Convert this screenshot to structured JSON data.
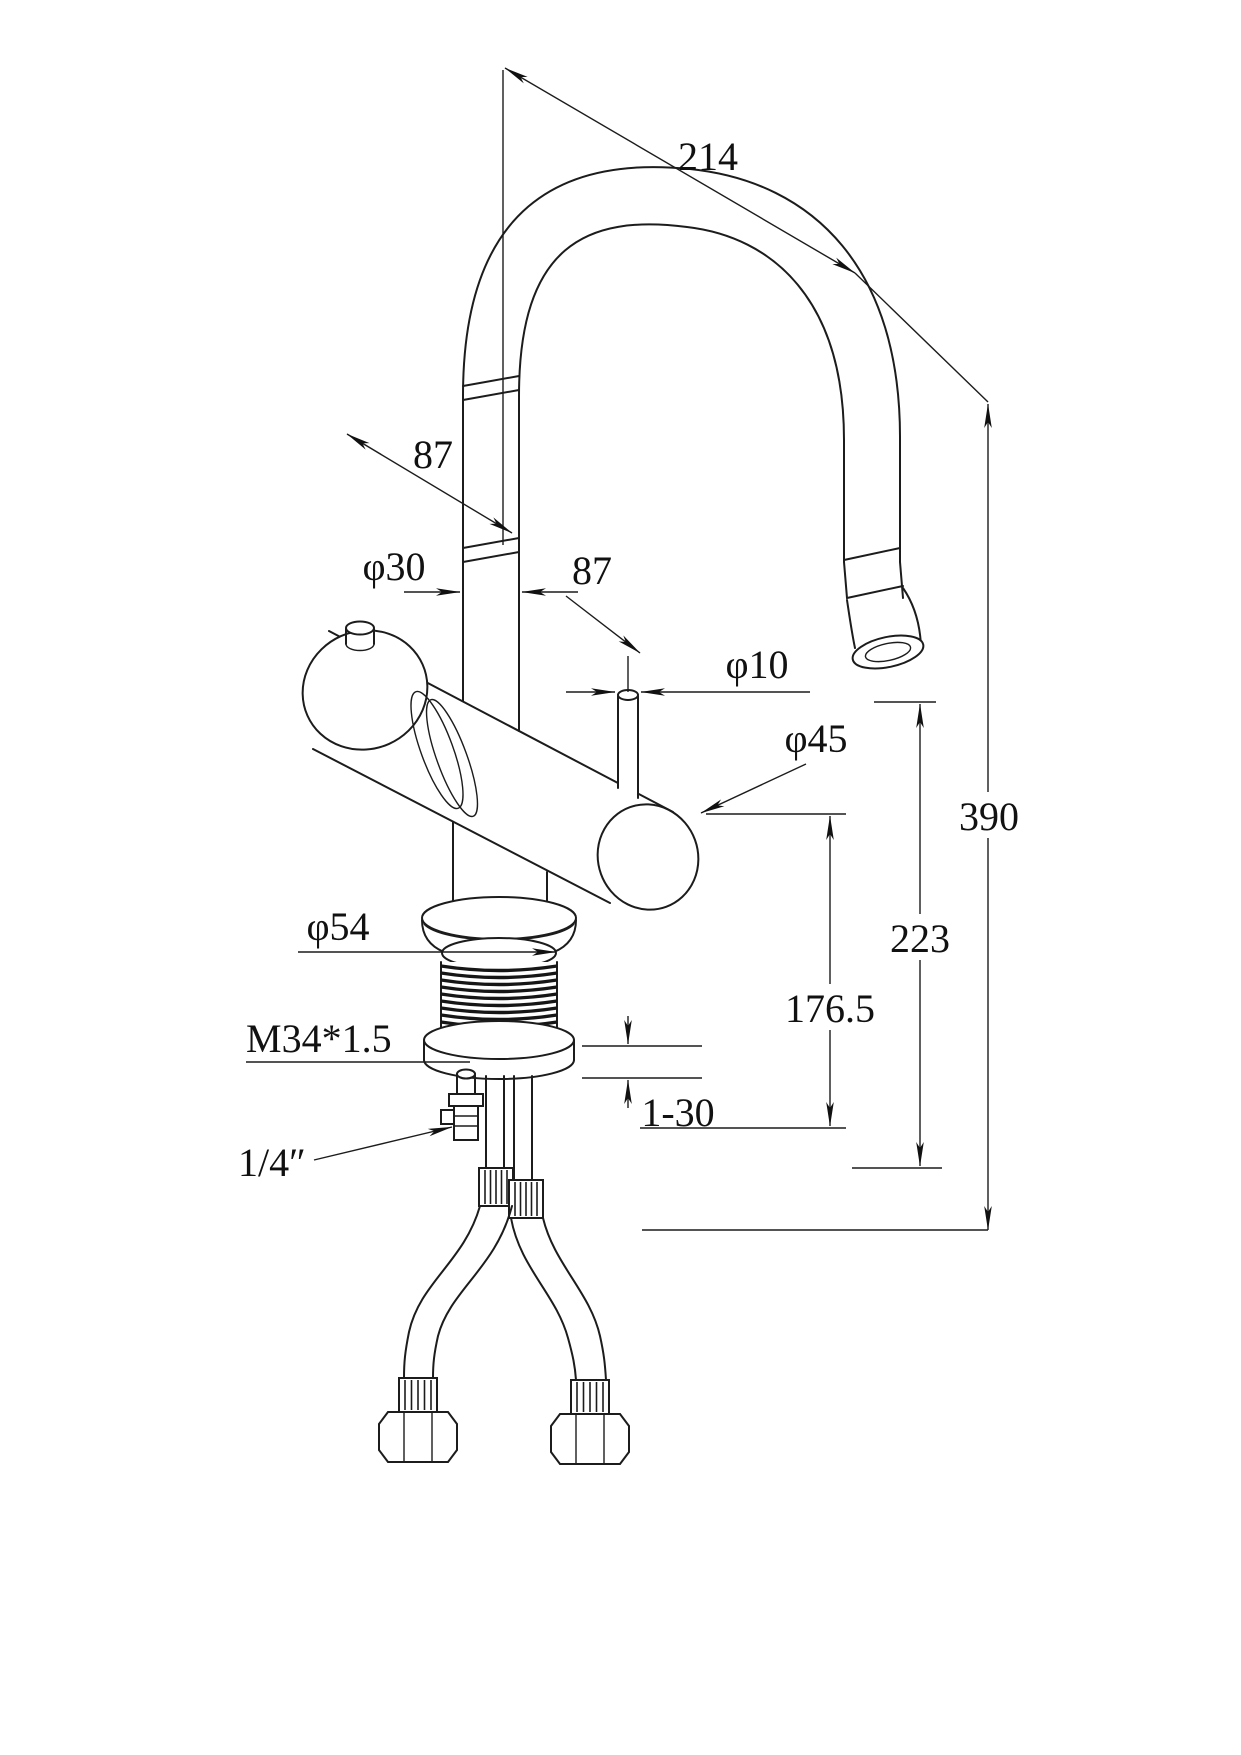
{
  "colors": {
    "line": "#1c1c1c",
    "background": "#ffffff"
  },
  "labels": {
    "dim_214": "214",
    "dim_87_upper": "87",
    "dim_phi30": "φ30",
    "dim_87_lower": "87",
    "dim_phi10": "φ10",
    "dim_phi45": "φ45",
    "dim_390": "390",
    "dim_223": "223",
    "dim_176_5": "176.5",
    "dim_phi54": "φ54",
    "dim_m34": "M34*1.5",
    "dim_1_30": "1-30",
    "dim_quarter_inch": "1/4″"
  }
}
